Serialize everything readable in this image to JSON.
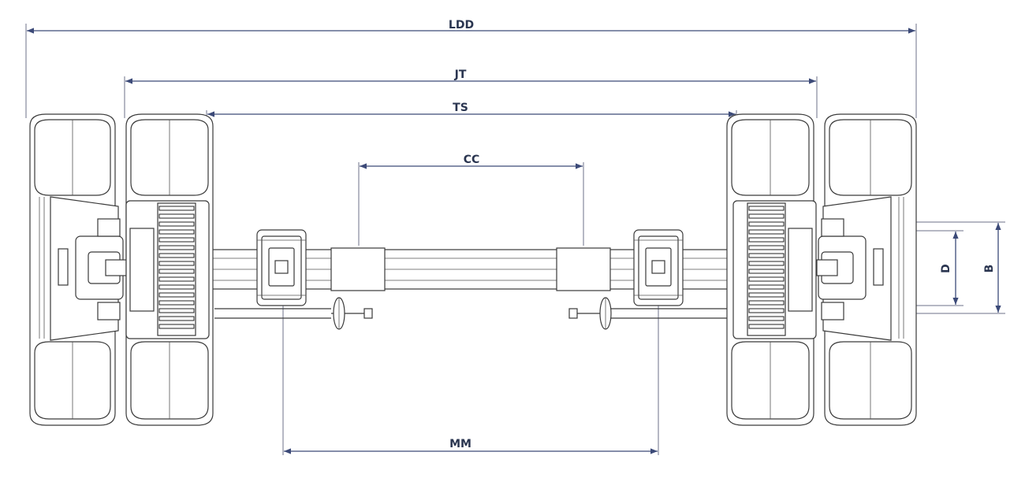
{
  "diagram": {
    "labels": {
      "ldd": "LDD",
      "jt": "JT",
      "ts": "TS",
      "cc": "CC",
      "mm": "MM",
      "d": "D",
      "b": "B"
    },
    "colors": {
      "dimension_line": "#3c4a78",
      "outline": "#3a3a3a",
      "label": "#2a3550",
      "background": "#ffffff"
    }
  }
}
